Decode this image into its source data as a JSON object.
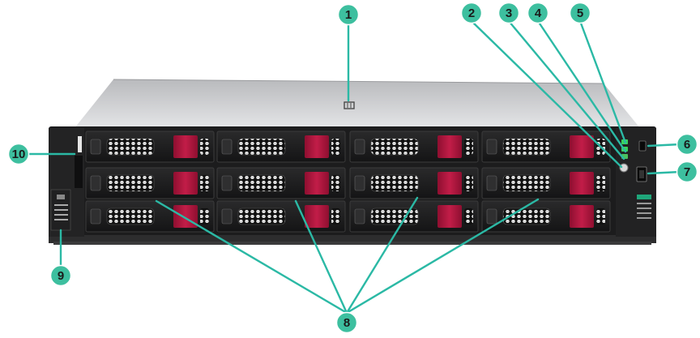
{
  "callouts": [
    {
      "label": "1"
    },
    {
      "label": "2"
    },
    {
      "label": "3"
    },
    {
      "label": "4"
    },
    {
      "label": "5"
    },
    {
      "label": "6"
    },
    {
      "label": "7"
    },
    {
      "label": "8"
    },
    {
      "label": "9"
    },
    {
      "label": "10"
    }
  ],
  "colors": {
    "callout_fill": "#3dbf9f",
    "leader_line": "#2bb9a5",
    "drive_latch": "#b0183e",
    "status_led": "#39d35c",
    "chassis_top": "#c9cacc",
    "bezel": "#1c1c1d"
  },
  "icons": {
    "top_logo": "hpe-logo-icon",
    "side_badge": "hpe-element-icon"
  }
}
